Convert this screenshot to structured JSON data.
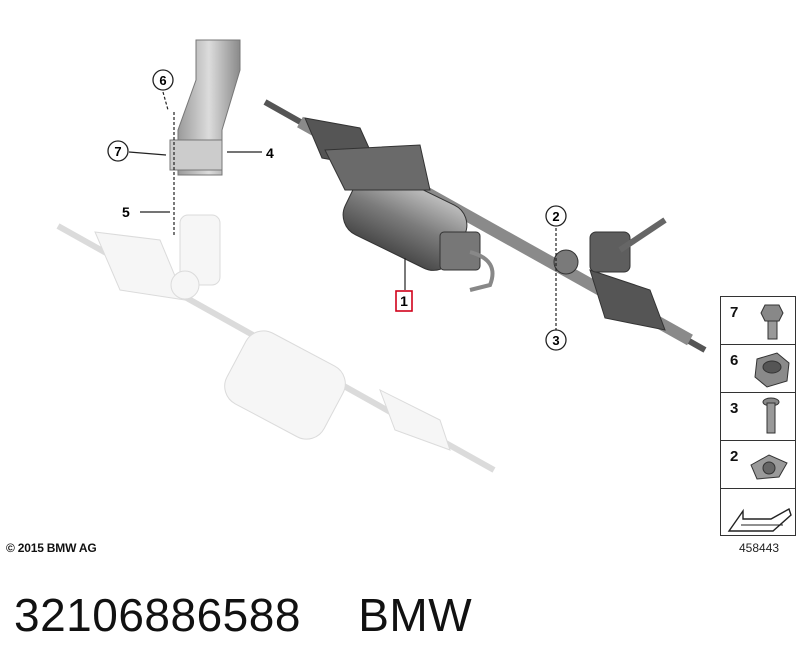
{
  "callouts": {
    "c1": "1",
    "c2": "2",
    "c3": "3",
    "c4": "4",
    "c5": "5",
    "c6": "6",
    "c7": "7"
  },
  "legend": {
    "items": [
      {
        "number": "7",
        "part": "flange-bolt-icon"
      },
      {
        "number": "6",
        "part": "hex-nut-icon"
      },
      {
        "number": "3",
        "part": "bolt-icon"
      },
      {
        "number": "2",
        "part": "clip-nut-icon"
      },
      {
        "number": "",
        "part": "arrow-icon"
      }
    ]
  },
  "copyright": "© 2015 BMW AG",
  "diagram_number": "458443",
  "footer": {
    "part_number": "32106886588",
    "brand": "BMW"
  },
  "colors": {
    "highlight_box": "#d0021b",
    "part_dark": "#5a5a5a",
    "part_faded": "#d9d9d9"
  }
}
